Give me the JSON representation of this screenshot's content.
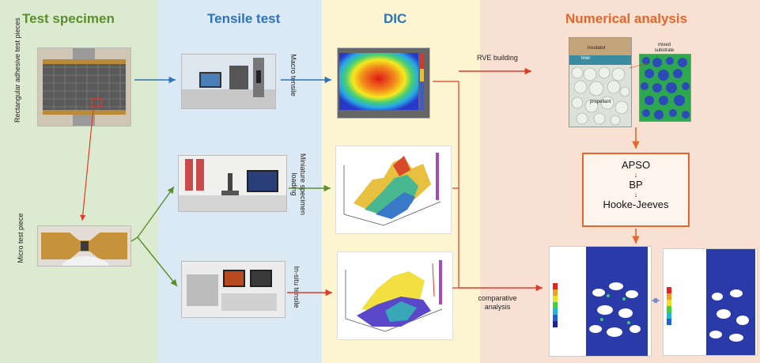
{
  "sections": [
    {
      "title": "Test specimen",
      "color": "#5a8e2e"
    },
    {
      "title": "Tensile test",
      "color": "#2e73b8"
    },
    {
      "title": "DIC",
      "color": "#2e73b8"
    },
    {
      "title": "Numerical analysis",
      "color": "#e2672e"
    }
  ],
  "specimen": {
    "rect_label": "Rectangular adhesive test pieces",
    "micro_label": "Micro test piece"
  },
  "tensile": {
    "macro_label": "Macro tensile",
    "miniature_label": "Miniature specimen loading",
    "insitu_label": "In-situ tensile"
  },
  "flow": {
    "rve_label": "RVE building",
    "comparative_label": "comparative analysis"
  },
  "rve": {
    "insulator": "insulator",
    "liner": "liner",
    "propellant": "propellant",
    "mixed_substrate": "mixed substrate"
  },
  "algorithms": [
    "APSO",
    "BP",
    "Hooke-Jeeves"
  ],
  "arrow_glyph": "↓",
  "colors": {
    "arrow_blue": "#2e73b8",
    "arrow_green": "#5a8e2e",
    "arrow_red": "#e23a2a",
    "arrow_orange": "#e2672e"
  }
}
